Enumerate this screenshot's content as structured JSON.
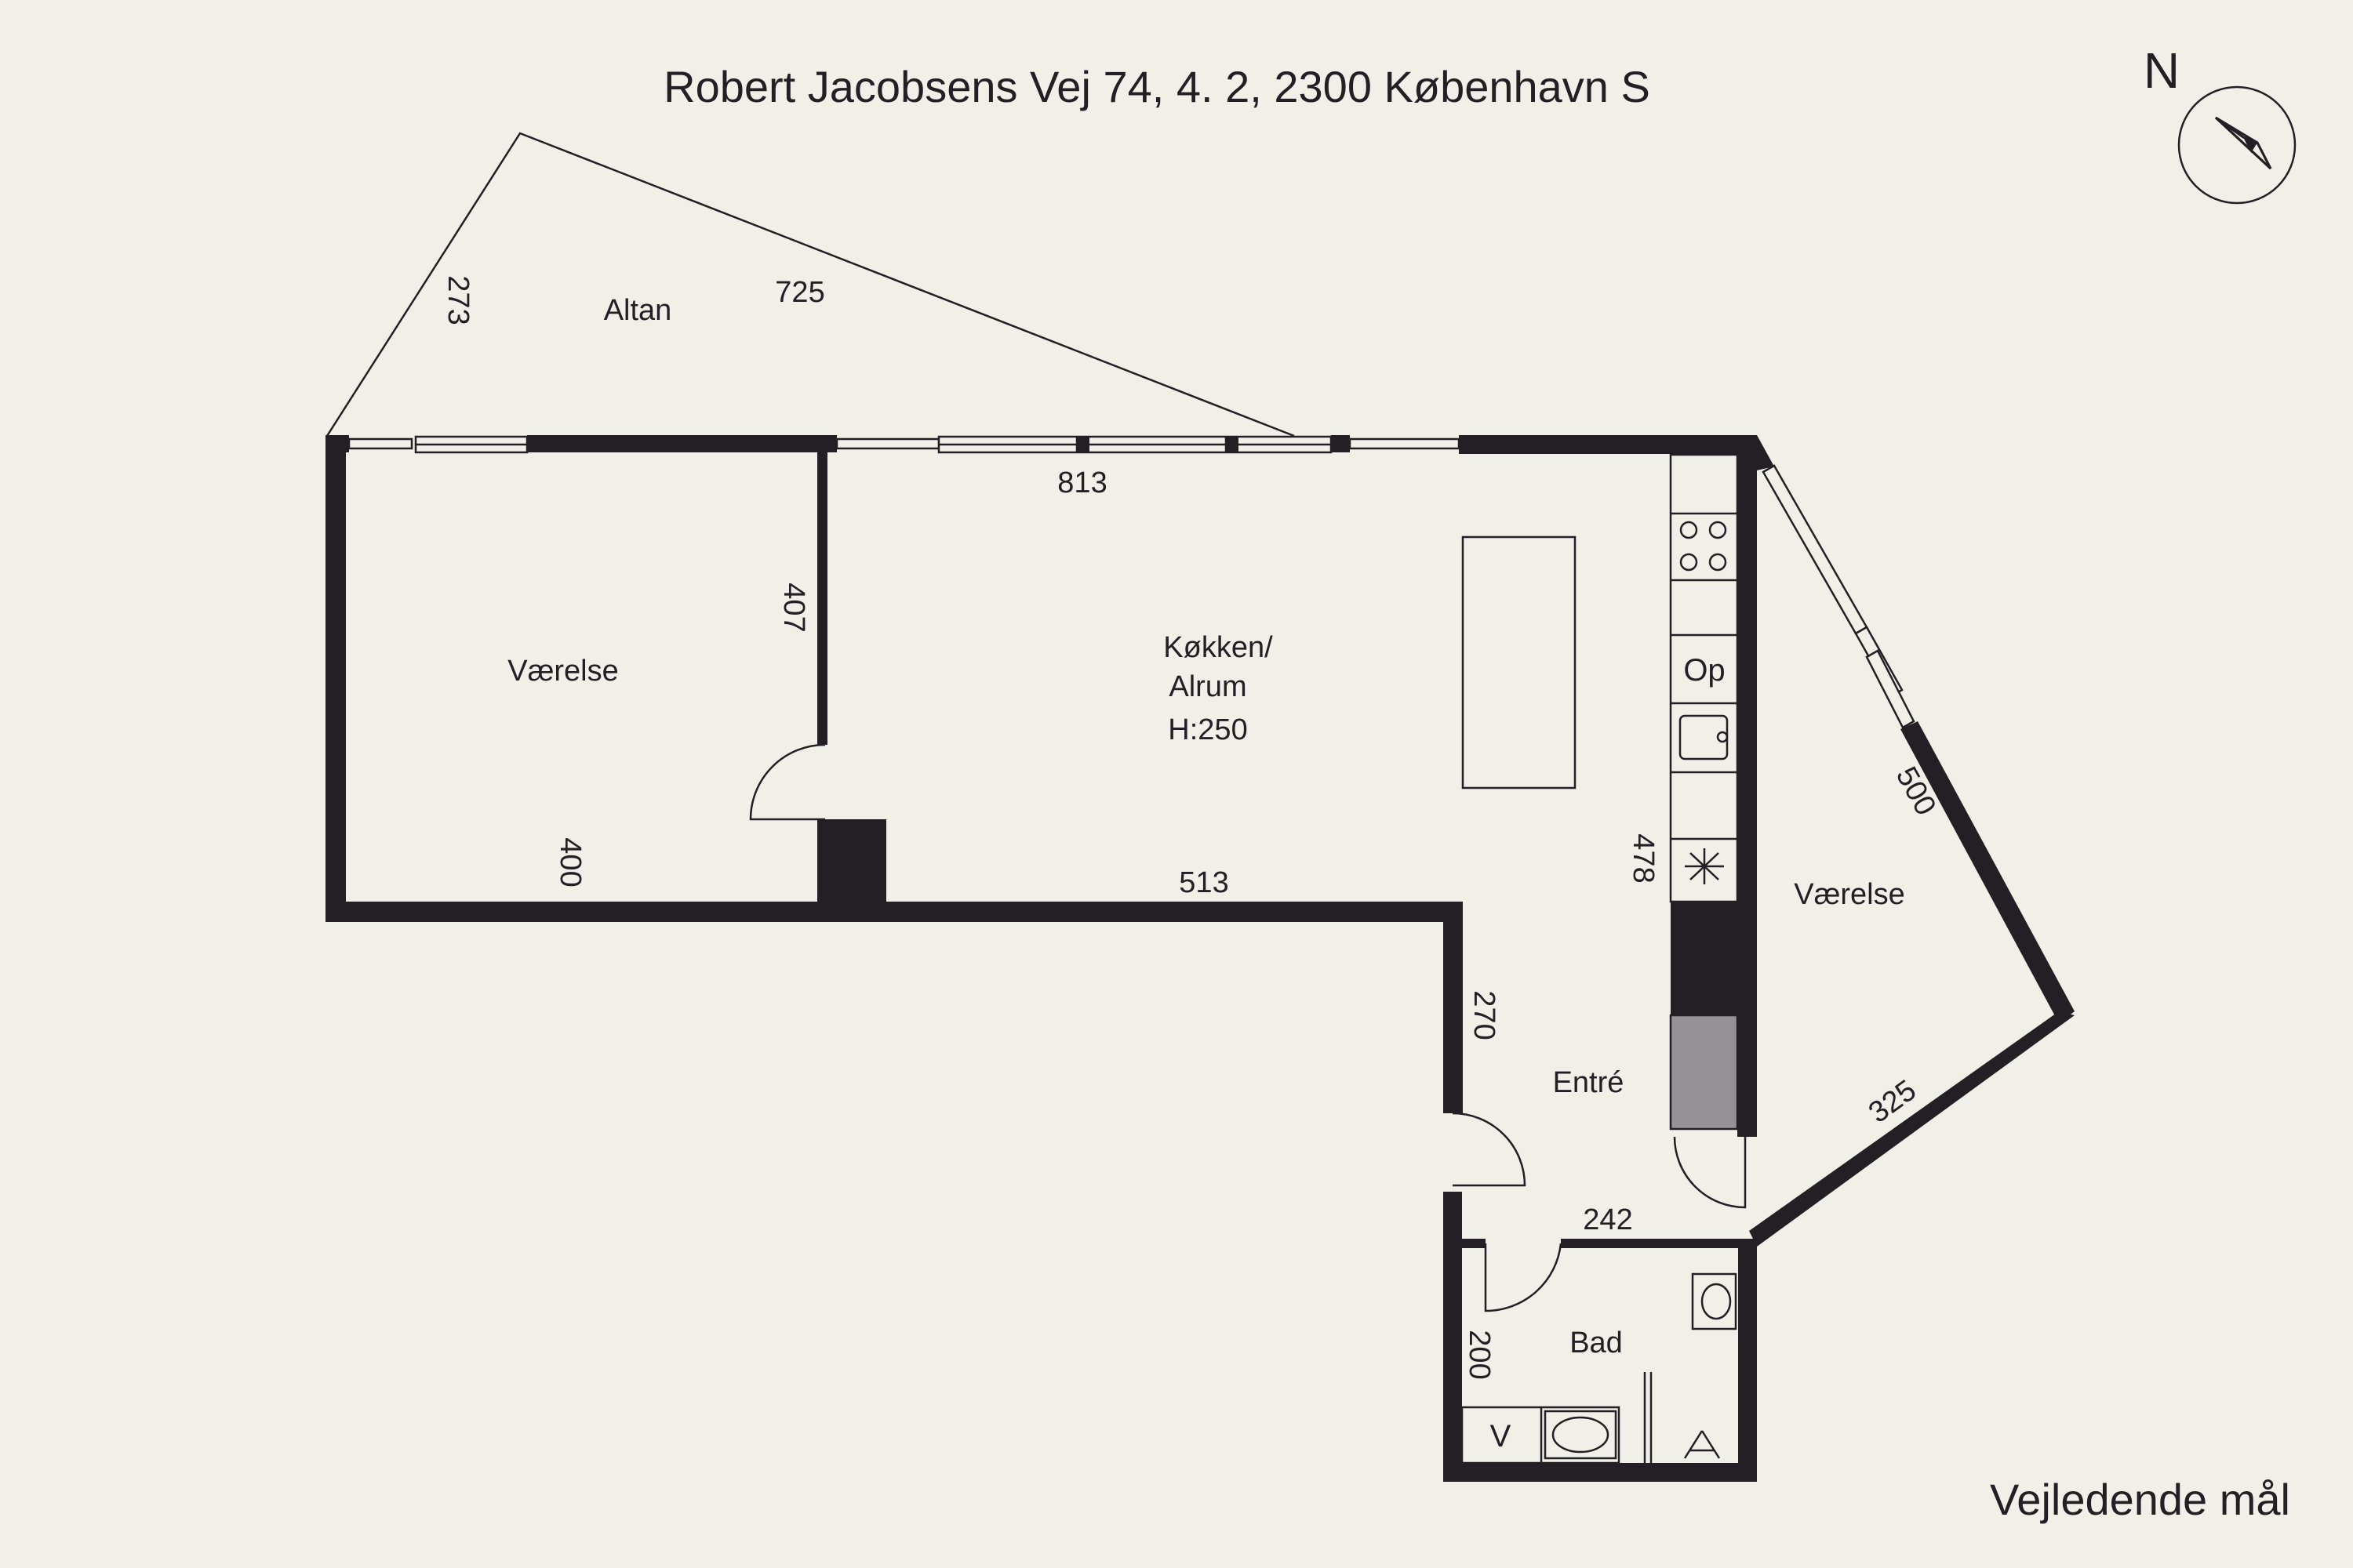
{
  "title": "Robert Jacobsens Vej 74, 4. 2, 2300 København S",
  "disclaimer": "Vejledende mål",
  "compass": {
    "north_label": "N",
    "icon": "compass-icon"
  },
  "colors": {
    "background": "#f0efe8",
    "wall": "#231f24",
    "appliance_grey": "#969196"
  },
  "rooms": {
    "balcony": "Altan",
    "bedroom_west": "Værelse",
    "kitchen_line1": "Køkken/",
    "kitchen_line2": "Alrum",
    "ceiling_height": "H:250",
    "bedroom_east": "Værelse",
    "entrance": "Entré",
    "bathroom": "Bad"
  },
  "dimensions": {
    "balcony_side": "273",
    "balcony_long": "725",
    "south_wall": "813",
    "bedroom_west_side": "407",
    "bedroom_west_bottom": "400",
    "kitchen_bottom": "513",
    "kitchen_side": "478",
    "bedroom_east_top": "500",
    "bedroom_east_bottom": "325",
    "entrance_side": "270",
    "bathroom_top": "242",
    "bathroom_side": "200"
  },
  "fixtures": {
    "oven_label": "Op",
    "washer_label": "V"
  }
}
